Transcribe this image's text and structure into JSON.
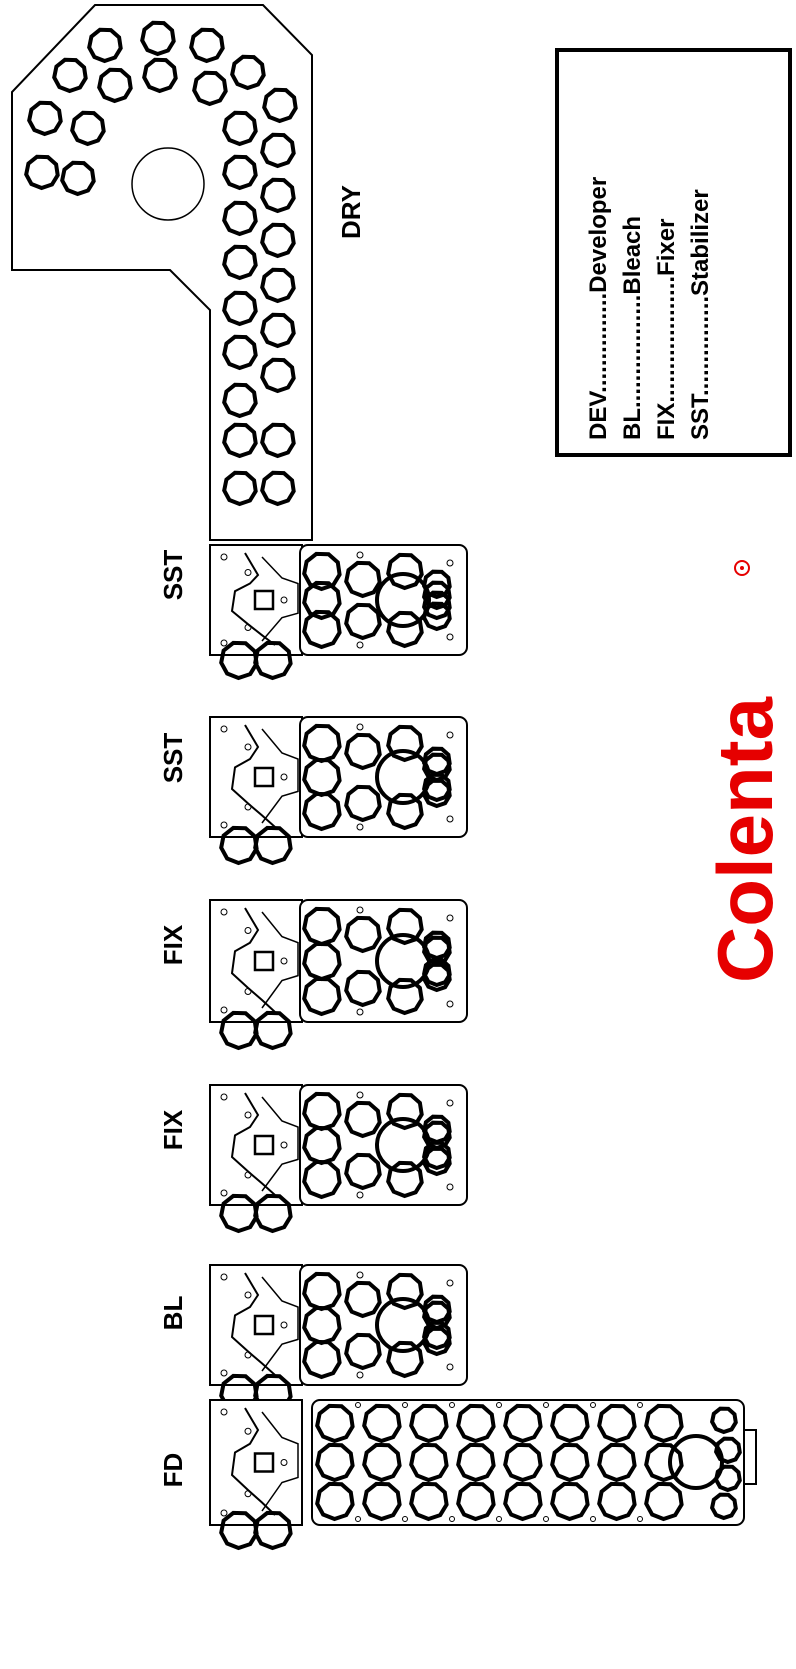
{
  "tanks": [
    {
      "label": "FD"
    },
    {
      "label": "BL"
    },
    {
      "label": "FIX"
    },
    {
      "label": "FIX"
    },
    {
      "label": "SST"
    },
    {
      "label": "SST"
    }
  ],
  "dryer": {
    "label": "DRY"
  },
  "legend": {
    "entries": [
      {
        "abbr": "DEV",
        "dots": "...............",
        "meaning": "Developer"
      },
      {
        "abbr": "BL",
        "dots": ".................",
        "meaning": "Bleach"
      },
      {
        "abbr": "FIX",
        "dots": "...................",
        "meaning": "Fixer"
      },
      {
        "abbr": "SST",
        "dots": "...............",
        "meaning": "Stabilizer"
      }
    ]
  },
  "logo": {
    "text": "Colenta",
    "color": "#e60000"
  }
}
